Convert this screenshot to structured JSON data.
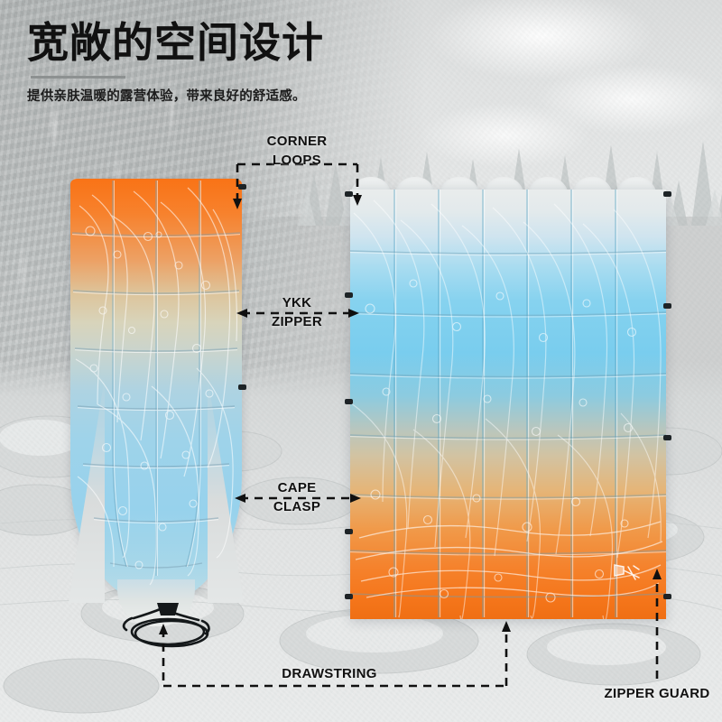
{
  "header": {
    "title": "宽敞的空间设计",
    "subtitle": "提供亲肤温暖的露营体验，带来良好的舒适感。",
    "title_color": "#111111",
    "divider_color": "#8d9191"
  },
  "callouts": [
    {
      "id": "corner-loops",
      "line1": "CORNER",
      "line2": "LOOPS",
      "font_size": 15
    },
    {
      "id": "ykk-zipper",
      "line1": "YKK",
      "line2": "ZIPPER",
      "font_size": 15
    },
    {
      "id": "cape-clasp",
      "line1": "CAPE",
      "line2": "CLASP",
      "font_size": 15
    },
    {
      "id": "drawstring",
      "line1": "DRAWSTRING",
      "line2": "",
      "font_size": 15
    },
    {
      "id": "zipper-guard",
      "line1": "ZIPPER GUARD",
      "line2": "",
      "font_size": 15
    }
  ],
  "products": {
    "sleeping_bag": {
      "name": "mummy sleeping bag (zipped)",
      "gradient_stops": [
        "#f97316",
        "#ddc49b",
        "#d8d4bb",
        "#97d2ec",
        "#bcdde8"
      ],
      "baffle_columns": 4,
      "baffle_rows": 7
    },
    "blanket": {
      "name": "rectangular blanket (unzipped)",
      "gradient_stops": [
        "#e9ecec",
        "#86d2ef",
        "#79cdee",
        "#d2c3a2",
        "#f09a4a",
        "#ef6f14"
      ],
      "baffle_columns": 7,
      "baffle_rows": 7
    }
  },
  "scene": {
    "background": "desaturated forest and rocky riverbed",
    "accent_orange": "#f5761b",
    "accent_blue": "#79cdee",
    "line_color": "#101010"
  }
}
